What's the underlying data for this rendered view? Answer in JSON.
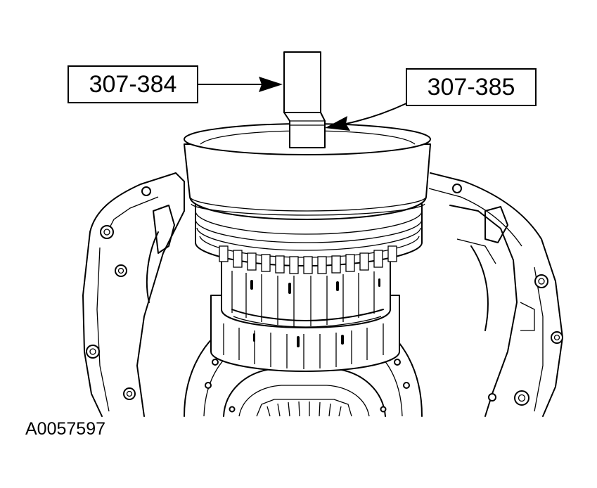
{
  "callouts": {
    "tool_a": "307-384",
    "tool_b": "307-385"
  },
  "figure_id": "A0057597"
}
